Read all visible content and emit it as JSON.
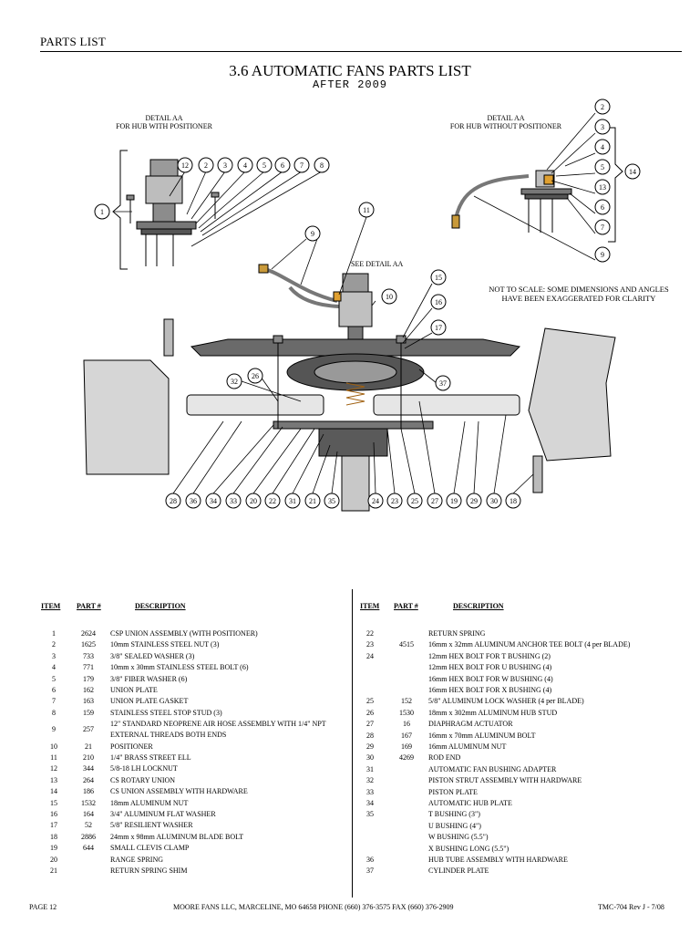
{
  "header": {
    "section": "PARTS LIST"
  },
  "title": "3.6 AUTOMATIC FANS PARTS LIST",
  "subtitle": "AFTER 2009",
  "diagram": {
    "detail_left": "DETAIL AA\nFOR HUB WITH POSITIONER",
    "detail_right": "DETAIL AA\nFOR HUB WITHOUT POSITIONER",
    "see_detail": "SEE DETAIL AA",
    "note": "NOT TO SCALE: SOME DIMENSIONS AND ANGLES\nHAVE BEEN EXAGGERATED FOR CLARITY",
    "callouts_left_detail": [
      "12",
      "2",
      "3",
      "4",
      "5",
      "6",
      "7",
      "8",
      "1"
    ],
    "callouts_right_detail": [
      "2",
      "3",
      "4",
      "5",
      "13",
      "6",
      "7",
      "14",
      "9"
    ],
    "callouts_main": [
      "9",
      "11",
      "10",
      "15",
      "16",
      "17",
      "37",
      "32",
      "26"
    ],
    "callouts_bottom": [
      "28",
      "36",
      "34",
      "33",
      "20",
      "22",
      "31",
      "21",
      "35",
      "24",
      "23",
      "25",
      "27",
      "19",
      "29",
      "30",
      "18"
    ]
  },
  "table": {
    "headers": {
      "item": "ITEM",
      "part": "PART #",
      "description": "DESCRIPTION"
    },
    "left": [
      {
        "item": "1",
        "part": "2624",
        "desc": "CSP UNION ASSEMBLY (WITH POSITIONER)"
      },
      {
        "item": "2",
        "part": "1625",
        "desc": "10mm STAINLESS STEEL NUT (3)"
      },
      {
        "item": "3",
        "part": "733",
        "desc": "3/8\" SEALED WASHER (3)"
      },
      {
        "item": "4",
        "part": "771",
        "desc": "10mm x 30mm STAINLESS STEEL BOLT (6)"
      },
      {
        "item": "5",
        "part": "179",
        "desc": "3/8\" FIBER WASHER (6)"
      },
      {
        "item": "6",
        "part": "162",
        "desc": "UNION PLATE"
      },
      {
        "item": "7",
        "part": "163",
        "desc": "UNION PLATE GASKET"
      },
      {
        "item": "8",
        "part": "159",
        "desc": "STAINLESS STEEL STOP STUD (3)"
      },
      {
        "item": "9",
        "part": "257",
        "desc": "12\" STANDARD NEOPRENE AIR HOSE ASSEMBLY WITH 1/4\" NPT",
        "desc2": "EXTERNAL THREADS BOTH ENDS"
      },
      {
        "item": "10",
        "part": "21",
        "desc": "POSITIONER"
      },
      {
        "item": "11",
        "part": "210",
        "desc": "1/4\" BRASS STREET ELL"
      },
      {
        "item": "12",
        "part": "344",
        "desc": "5/8-18 LH LOCKNUT"
      },
      {
        "item": "13",
        "part": "264",
        "desc": "CS ROTARY UNION"
      },
      {
        "item": "14",
        "part": "186",
        "desc": "CS UNION ASSEMBLY WITH HARDWARE"
      },
      {
        "item": "15",
        "part": "1532",
        "desc": "18mm ALUMINUM NUT"
      },
      {
        "item": "16",
        "part": "164",
        "desc": "3/4\" ALUMINUM FLAT WASHER"
      },
      {
        "item": "17",
        "part": "52",
        "desc": "5/8\" RESILIENT WASHER"
      },
      {
        "item": "18",
        "part": "2886",
        "desc": "24mm x 98mm ALUMINUM BLADE BOLT"
      },
      {
        "item": "19",
        "part": "644",
        "desc": "SMALL CLEVIS CLAMP"
      },
      {
        "item": "20",
        "part": "",
        "desc": "RANGE SPRING"
      },
      {
        "item": "21",
        "part": "",
        "desc": "RETURN SPRING SHIM"
      }
    ],
    "right": [
      {
        "item": "22",
        "part": "",
        "desc": "RETURN SPRING"
      },
      {
        "item": "23",
        "part": "4515",
        "desc": "16mm x 32mm ALUMINUM ANCHOR TEE BOLT (4 per BLADE)"
      },
      {
        "item": "24",
        "part": "",
        "desc": "12mm HEX BOLT FOR T BUSHING (2)"
      },
      {
        "item": "",
        "part": "",
        "desc": "12mm HEX BOLT FOR U BUSHING (4)"
      },
      {
        "item": "",
        "part": "",
        "desc": "16mm HEX BOLT FOR W BUSHING (4)"
      },
      {
        "item": "",
        "part": "",
        "desc": "16mm HEX BOLT FOR X BUSHING (4)"
      },
      {
        "item": "25",
        "part": "152",
        "desc": "5/8\" ALUMINUM LOCK WASHER (4 per BLADE)"
      },
      {
        "item": "26",
        "part": "1530",
        "desc": "18mm x 302mm ALUMINUM HUB STUD"
      },
      {
        "item": "27",
        "part": "16",
        "desc": "DIAPHRAGM ACTUATOR"
      },
      {
        "item": "28",
        "part": "167",
        "desc": "16mm x 70mm ALUMINUM BOLT"
      },
      {
        "item": "29",
        "part": "169",
        "desc": "16mm ALUMINUM NUT"
      },
      {
        "item": "30",
        "part": "4269",
        "desc": "ROD END"
      },
      {
        "item": "31",
        "part": "",
        "desc": "AUTOMATIC FAN BUSHING ADAPTER"
      },
      {
        "item": "32",
        "part": "",
        "desc": "PISTON STRUT ASSEMBLY WITH HARDWARE"
      },
      {
        "item": "33",
        "part": "",
        "desc": "PISTON PLATE"
      },
      {
        "item": "34",
        "part": "",
        "desc": "AUTOMATIC HUB PLATE"
      },
      {
        "item": "35",
        "part": "",
        "desc": "T BUSHING (3\")"
      },
      {
        "item": "",
        "part": "",
        "desc": "U BUSHING (4\")"
      },
      {
        "item": "",
        "part": "",
        "desc": "W BUSHING (5.5\")"
      },
      {
        "item": "",
        "part": "",
        "desc": "X BUSHING LONG (5.5\")"
      },
      {
        "item": "36",
        "part": "",
        "desc": "HUB TUBE ASSEMBLY WITH HARDWARE"
      },
      {
        "item": "37",
        "part": "",
        "desc": "CYLINDER PLATE"
      }
    ]
  },
  "footer": {
    "page": "PAGE 12",
    "company": "MOORE FANS  LLC,  MARCELINE, MO 64658   PHONE (660)  376-3575   FAX (660)  376-2909",
    "rev": "TMC-704 Rev J - 7/08"
  }
}
